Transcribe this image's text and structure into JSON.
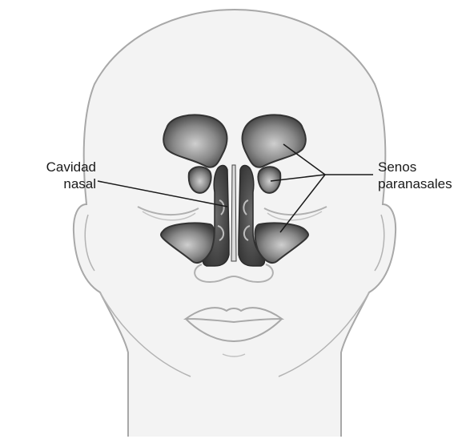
{
  "labels": {
    "nasal_cavity": {
      "line1": "Cavidad",
      "line2": "nasal"
    },
    "sinuses": {
      "line1": "Senos",
      "line2": "paranasales"
    }
  },
  "colors": {
    "outline": "#a9a9a9",
    "head_fill": "#f2f2f2",
    "sinus_fill": "#777777",
    "sinus_highlight": "#c8c8c8",
    "sinus_dark": "#3c3c3c",
    "leader_line": "#1a1a1a"
  }
}
